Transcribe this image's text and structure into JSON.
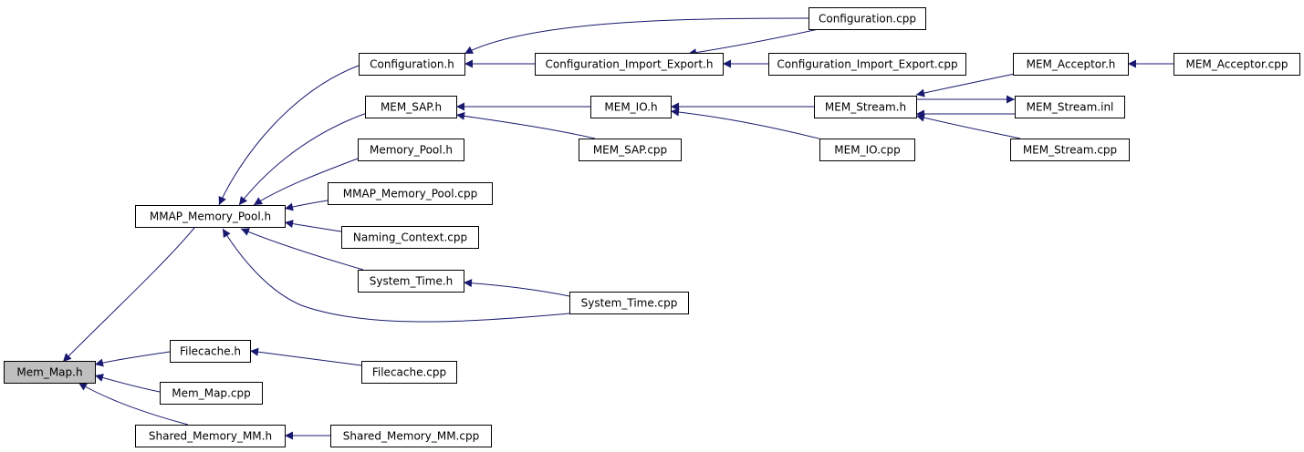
{
  "graph": {
    "colors": {
      "edge": "#191970",
      "node_border": "#000000",
      "node_fill": "#ffffff",
      "root_fill": "#bfbfbf"
    },
    "nodes": {
      "mem_map_h": {
        "label": "Mem_Map.h",
        "root": true
      },
      "mmap_memory_pool_h": {
        "label": "MMAP_Memory_Pool.h"
      },
      "configuration_h": {
        "label": "Configuration.h"
      },
      "configuration_cpp": {
        "label": "Configuration.cpp"
      },
      "configuration_import_export_h": {
        "label": "Configuration_Import_Export.h"
      },
      "configuration_import_export_cpp": {
        "label": "Configuration_Import_Export.cpp"
      },
      "mem_sap_h": {
        "label": "MEM_SAP.h"
      },
      "mem_io_h": {
        "label": "MEM_IO.h"
      },
      "mem_stream_h": {
        "label": "MEM_Stream.h"
      },
      "mem_acceptor_h": {
        "label": "MEM_Acceptor.h"
      },
      "mem_acceptor_cpp": {
        "label": "MEM_Acceptor.cpp"
      },
      "mem_stream_inl": {
        "label": "MEM_Stream.inl"
      },
      "mem_stream_cpp": {
        "label": "MEM_Stream.cpp"
      },
      "mem_io_cpp": {
        "label": "MEM_IO.cpp"
      },
      "mem_sap_cpp": {
        "label": "MEM_SAP.cpp"
      },
      "memory_pool_h": {
        "label": "Memory_Pool.h"
      },
      "mmap_memory_pool_cpp": {
        "label": "MMAP_Memory_Pool.cpp"
      },
      "naming_context_cpp": {
        "label": "Naming_Context.cpp"
      },
      "system_time_h": {
        "label": "System_Time.h"
      },
      "system_time_cpp": {
        "label": "System_Time.cpp"
      },
      "filecache_h": {
        "label": "Filecache.h"
      },
      "filecache_cpp": {
        "label": "Filecache.cpp"
      },
      "mem_map_cpp": {
        "label": "Mem_Map.cpp"
      },
      "shared_memory_mm_h": {
        "label": "Shared_Memory_MM.h"
      },
      "shared_memory_mm_cpp": {
        "label": "Shared_Memory_MM.cpp"
      }
    },
    "edges": [
      {
        "from": "mmap_memory_pool_h",
        "to": "mem_map_h"
      },
      {
        "from": "filecache_h",
        "to": "mem_map_h"
      },
      {
        "from": "mem_map_cpp",
        "to": "mem_map_h"
      },
      {
        "from": "shared_memory_mm_h",
        "to": "mem_map_h"
      },
      {
        "from": "configuration_h",
        "to": "mmap_memory_pool_h"
      },
      {
        "from": "mem_sap_h",
        "to": "mmap_memory_pool_h"
      },
      {
        "from": "memory_pool_h",
        "to": "mmap_memory_pool_h"
      },
      {
        "from": "mmap_memory_pool_cpp",
        "to": "mmap_memory_pool_h"
      },
      {
        "from": "naming_context_cpp",
        "to": "mmap_memory_pool_h"
      },
      {
        "from": "system_time_h",
        "to": "mmap_memory_pool_h"
      },
      {
        "from": "system_time_cpp",
        "to": "mmap_memory_pool_h"
      },
      {
        "from": "configuration_cpp",
        "to": "configuration_h"
      },
      {
        "from": "configuration_import_export_h",
        "to": "configuration_h"
      },
      {
        "from": "configuration_cpp",
        "to": "configuration_import_export_h"
      },
      {
        "from": "configuration_import_export_cpp",
        "to": "configuration_import_export_h"
      },
      {
        "from": "mem_io_h",
        "to": "mem_sap_h"
      },
      {
        "from": "mem_sap_cpp",
        "to": "mem_sap_h"
      },
      {
        "from": "mem_stream_h",
        "to": "mem_io_h"
      },
      {
        "from": "mem_io_cpp",
        "to": "mem_io_h"
      },
      {
        "from": "mem_acceptor_h",
        "to": "mem_stream_h"
      },
      {
        "from": "mem_stream_inl",
        "to": "mem_stream_h"
      },
      {
        "from": "mem_stream_cpp",
        "to": "mem_stream_h"
      },
      {
        "from": "mem_stream_h",
        "to": "mem_stream_inl"
      },
      {
        "from": "mem_acceptor_cpp",
        "to": "mem_acceptor_h"
      },
      {
        "from": "system_time_cpp",
        "to": "system_time_h"
      },
      {
        "from": "filecache_cpp",
        "to": "filecache_h"
      },
      {
        "from": "shared_memory_mm_cpp",
        "to": "shared_memory_mm_h"
      }
    ]
  }
}
